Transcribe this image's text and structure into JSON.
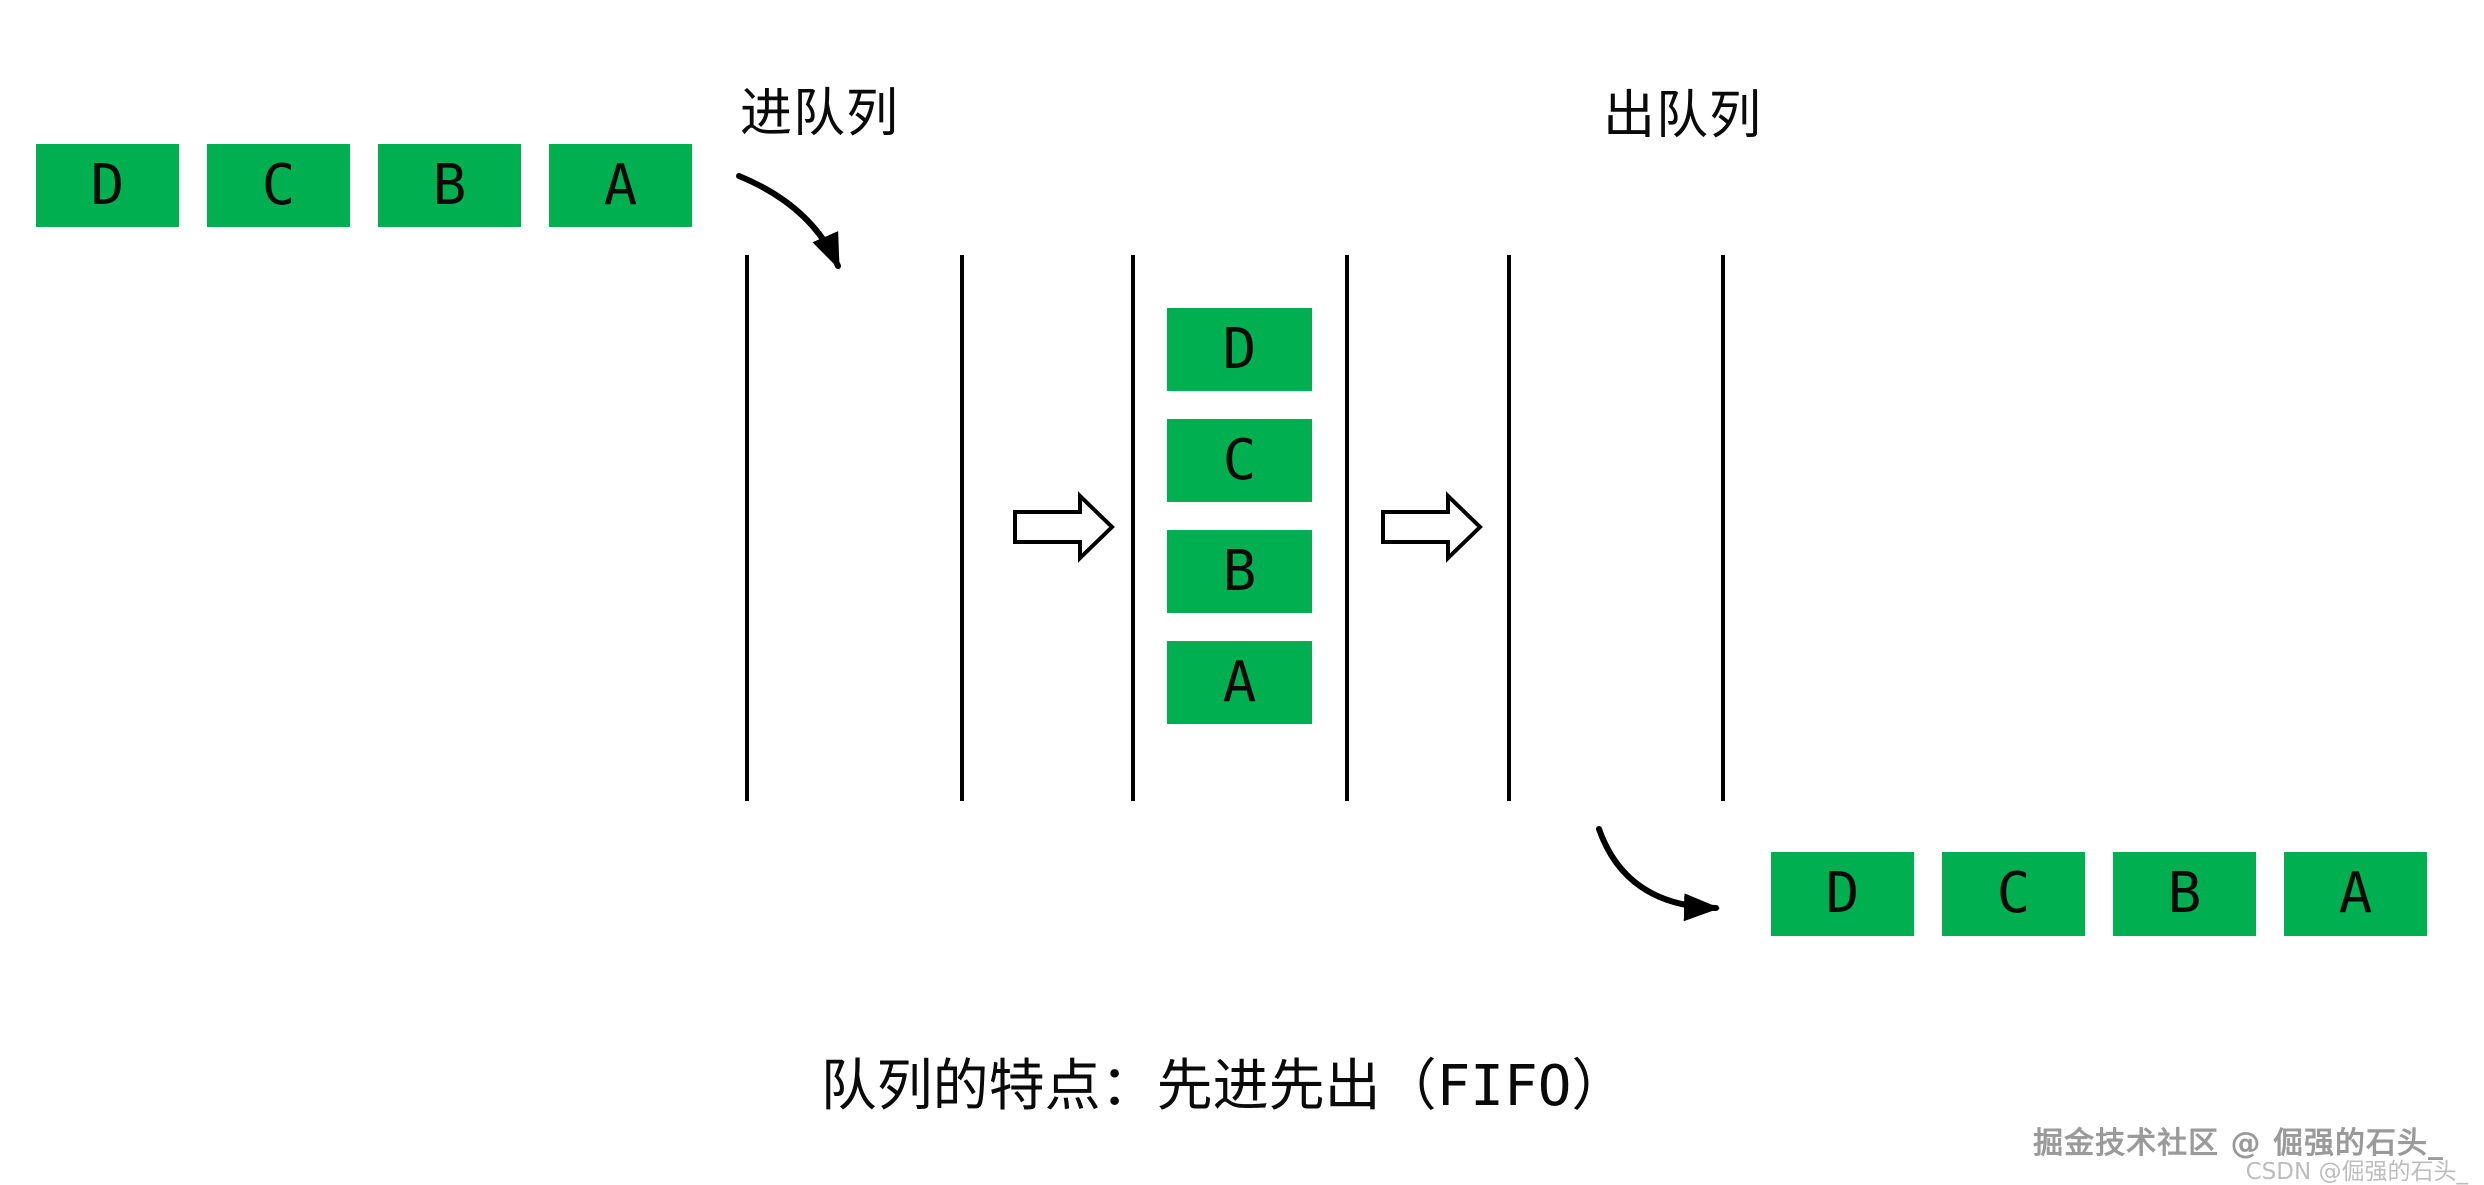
{
  "labels": {
    "enqueue": "进队列",
    "dequeue": "出队列",
    "caption": "队列的特点：先进先出（FIFO）"
  },
  "incoming_row": {
    "items": [
      "D",
      "C",
      "B",
      "A"
    ]
  },
  "queue_stack": {
    "items": [
      "D",
      "C",
      "B",
      "A"
    ]
  },
  "outgoing_row": {
    "items": [
      "D",
      "C",
      "B",
      "A"
    ]
  },
  "watermark": {
    "line1": "掘金技术社区 @ 倔强的石头_",
    "line2": "CSDN @倔强的石头_"
  },
  "colors": {
    "box_green": "#00b050",
    "line_black": "#000000",
    "watermark_gray": "#9a9a9a",
    "watermark_light_gray": "#bdbdbd"
  }
}
